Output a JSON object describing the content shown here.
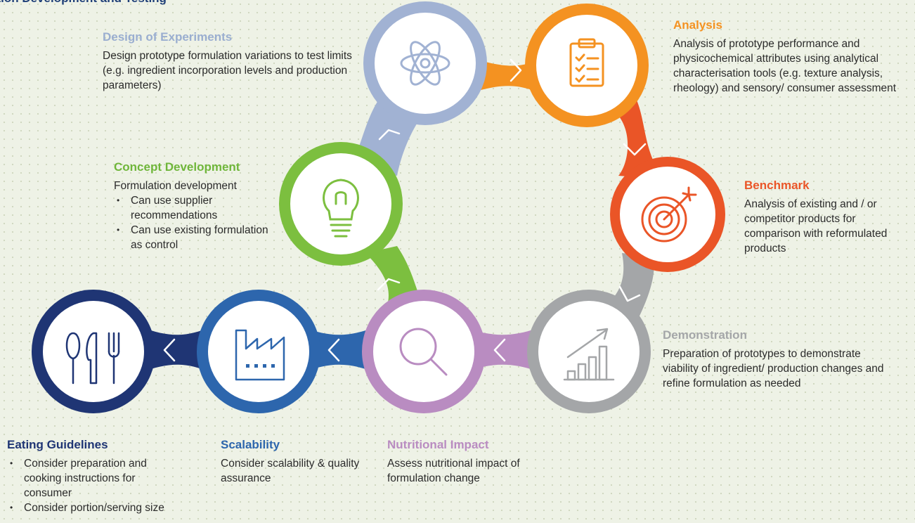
{
  "title": "ation Development and Testing",
  "colors": {
    "doe": "#a1b2d3",
    "analysis": "#f49221",
    "benchmark": "#ea5527",
    "concept": "#7cbf3f",
    "demonstration": "#a4a6a8",
    "nutritional": "#b98cc1",
    "scalability": "#2d66ad",
    "eating": "#1f3574"
  },
  "stages": {
    "doe": {
      "heading": "Design of Experiments",
      "text": "Design prototype formulation variations to test limits (e.g. ingredient incorporation levels and production parameters)",
      "icon": "atom-icon"
    },
    "analysis": {
      "heading": "Analysis",
      "text": "Analysis of prototype performance and physicochemical attributes using analytical characterisation tools (e.g. texture analysis, rheology) and sensory/ consumer assessment",
      "icon": "clipboard-checklist-icon"
    },
    "concept": {
      "heading": "Concept Development",
      "text": "Formulation development",
      "bullets": [
        "Can use supplier recommendations",
        "Can use existing formulation as control"
      ],
      "icon": "lightbulb-icon"
    },
    "benchmark": {
      "heading": "Benchmark",
      "text": "Analysis of existing and / or competitor products for comparison with reformulated products",
      "icon": "target-icon"
    },
    "demonstration": {
      "heading": "Demonstration",
      "text": "Preparation of prototypes to demonstrate viability of ingredient/ production changes and refine formulation as needed",
      "icon": "growth-chart-icon"
    },
    "nutritional": {
      "heading": "Nutritional Impact",
      "text": "Assess nutritional impact of formulation change",
      "icon": "magnifier-icon"
    },
    "scalability": {
      "heading": "Scalability",
      "text": "Consider scalability & quality assurance",
      "icon": "factory-icon"
    },
    "eating": {
      "heading": "Eating Guidelines",
      "bullets": [
        "Consider preparation and cooking instructions for consumer",
        "Consider portion/serving size"
      ],
      "icon": "cutlery-icon"
    }
  }
}
